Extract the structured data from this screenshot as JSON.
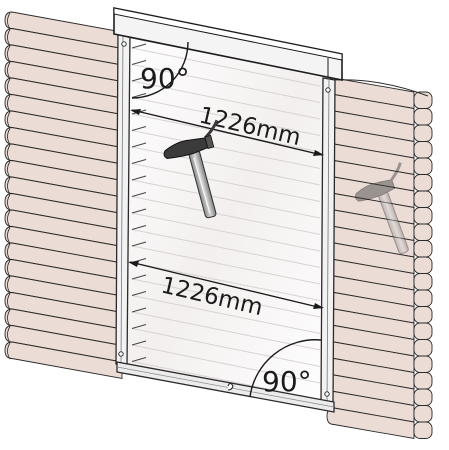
{
  "diagram": {
    "angle_top": "90°",
    "angle_bottom": "90°",
    "diagonal_top": "1226mm",
    "diagonal_bottom": "1226mm"
  },
  "colors": {
    "log": "#ecdcd6",
    "log_edge": "#2b2b2b",
    "frame": "#f1f1f1",
    "glass": "#f7f5f5",
    "hammer_handle": "#b3b3b3",
    "hammer_head": "#3d3d3d"
  },
  "icons": [
    "hammer-icon",
    "hammer-icon"
  ]
}
